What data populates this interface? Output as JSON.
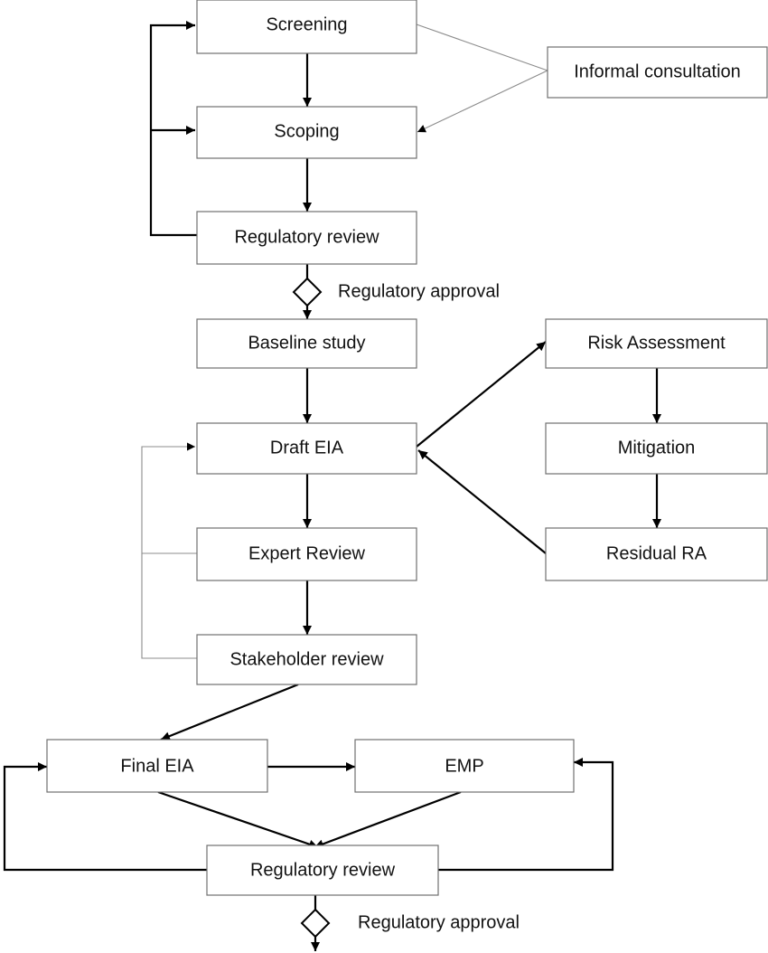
{
  "nodes": {
    "screening": "Screening",
    "scoping": "Scoping",
    "regulatory_review_1": "Regulatory review",
    "informal_consultation": "Informal consultation",
    "baseline_study": "Baseline study",
    "draft_eia": "Draft EIA",
    "expert_review": "Expert Review",
    "stakeholder_review": "Stakeholder review",
    "risk_assessment": "Risk Assessment",
    "mitigation": "Mitigation",
    "residual_ra": "Residual RA",
    "final_eia": "Final EIA",
    "emp": "EMP",
    "regulatory_review_2": "Regulatory review"
  },
  "decisions": {
    "approval_1": "Regulatory approval",
    "approval_2": "Regulatory approval"
  }
}
